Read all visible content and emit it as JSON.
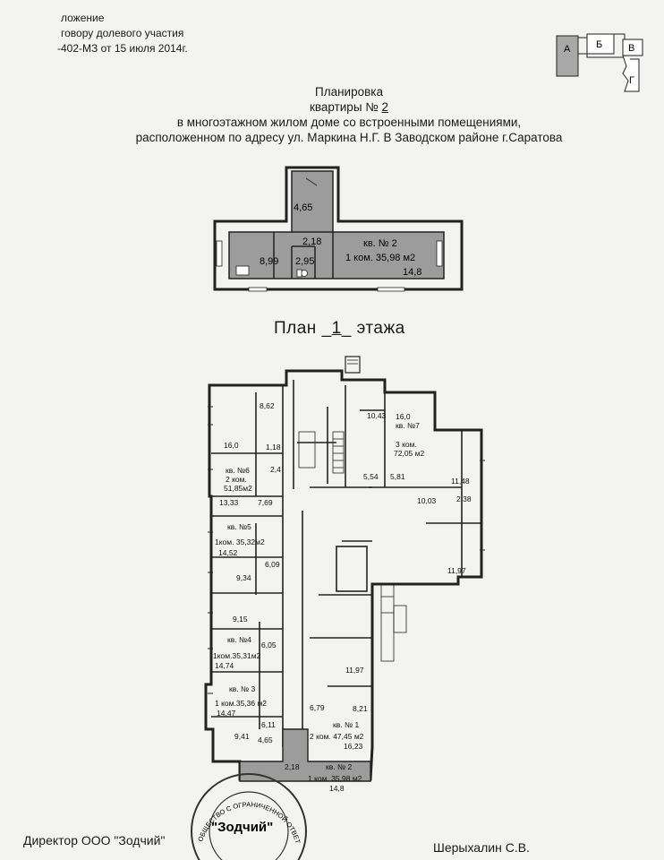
{
  "header": {
    "line1": "ложение",
    "line2": "говору долевого участия",
    "line3": "-402-МЗ от 15 июля 2014г."
  },
  "key_plan": {
    "a": "А",
    "b": "Б",
    "v": "В",
    "g": "Г"
  },
  "title": {
    "line1": "Планировка",
    "line2_prefix": "квартиры №",
    "line2_number": "2",
    "line3": "в многоэтажном жилом доме со встроенными помещениями,",
    "line4": "расположенном по адресу ул. Маркина Н.Г. В Заводском районе г.Саратова"
  },
  "apartment_detail": {
    "corridor": "4,65",
    "hall": "2,18",
    "kitchen": "8,99",
    "bath": "2,95",
    "apt_label": "кв. № 2",
    "apt_summary": "1 ком. 35,98 м2",
    "living": "14,8"
  },
  "floor_caption": {
    "prefix": "План",
    "number": "1",
    "suffix": "этажа"
  },
  "floor_plan": {
    "labels": [
      {
        "id": "r-8-62",
        "text": "8,62"
      },
      {
        "id": "r-10-43",
        "text": "10,43"
      },
      {
        "id": "r-16-0-a",
        "text": "16,0"
      },
      {
        "id": "kv7-a",
        "text": "кв. №7"
      },
      {
        "id": "kv7-b",
        "text": "3 ком."
      },
      {
        "id": "kv7-c",
        "text": "72,05 м2"
      },
      {
        "id": "r-16-0-b",
        "text": "16,0"
      },
      {
        "id": "r-1-18",
        "text": "1,18"
      },
      {
        "id": "kv6-a",
        "text": "кв. №6"
      },
      {
        "id": "kv6-b",
        "text": "2 ком."
      },
      {
        "id": "kv6-c",
        "text": "51,85м2"
      },
      {
        "id": "r-2-4",
        "text": "2,4"
      },
      {
        "id": "r-13-33",
        "text": "13,33"
      },
      {
        "id": "r-7-69",
        "text": "7,69"
      },
      {
        "id": "r-5-54",
        "text": "5,54"
      },
      {
        "id": "r-5-81",
        "text": "5,81"
      },
      {
        "id": "r-11-48",
        "text": "11,48"
      },
      {
        "id": "r-10-03",
        "text": "10,03"
      },
      {
        "id": "r-2-38",
        "text": "2,38"
      },
      {
        "id": "kv5-a",
        "text": "кв. №5"
      },
      {
        "id": "kv5-b",
        "text": "1ком. 35,32м2"
      },
      {
        "id": "r-14-52",
        "text": "14,52"
      },
      {
        "id": "r-6-09",
        "text": "6,09"
      },
      {
        "id": "r-9-34",
        "text": "9,34"
      },
      {
        "id": "r-11-97-a",
        "text": "11,97"
      },
      {
        "id": "r-9-15",
        "text": "9,15"
      },
      {
        "id": "kv4-a",
        "text": "кв. №4"
      },
      {
        "id": "r-6-05",
        "text": "6,05"
      },
      {
        "id": "kv4-b",
        "text": "1ком.35,31м2"
      },
      {
        "id": "r-14-74",
        "text": "14,74"
      },
      {
        "id": "r-11-97-b",
        "text": "11,97"
      },
      {
        "id": "kv3-a",
        "text": "кв. № 3"
      },
      {
        "id": "kv3-b",
        "text": "1 ком.35,36 м2"
      },
      {
        "id": "r-14-47",
        "text": "14,47"
      },
      {
        "id": "r-6-79",
        "text": "6,79"
      },
      {
        "id": "r-8-21",
        "text": "8,21"
      },
      {
        "id": "r-6-11",
        "text": "6,11"
      },
      {
        "id": "kv1-a",
        "text": "кв. № 1"
      },
      {
        "id": "kv1-b",
        "text": "2 ком. 47,45 м2"
      },
      {
        "id": "r-9-41",
        "text": "9,41"
      },
      {
        "id": "r-16-23",
        "text": "16,23"
      },
      {
        "id": "r-4-65",
        "text": "4,65"
      },
      {
        "id": "r-2-18",
        "text": "2,18"
      },
      {
        "id": "kv2-a",
        "text": "кв. № 2"
      },
      {
        "id": "kv2-b",
        "text": "1 ком. 35,98 м2"
      },
      {
        "id": "r-14-8",
        "text": "14,8"
      }
    ]
  },
  "signature": {
    "director": "Директор ООО \"Зодчий\"",
    "name": "Шерыхалин С.В."
  },
  "stamp": {
    "center": "\"Зодчий\"",
    "ring": "ОБЩЕСТВО С ОГРАНИЧЕННОЙ ОТВЕТСТВЕННОСТЬЮ"
  }
}
